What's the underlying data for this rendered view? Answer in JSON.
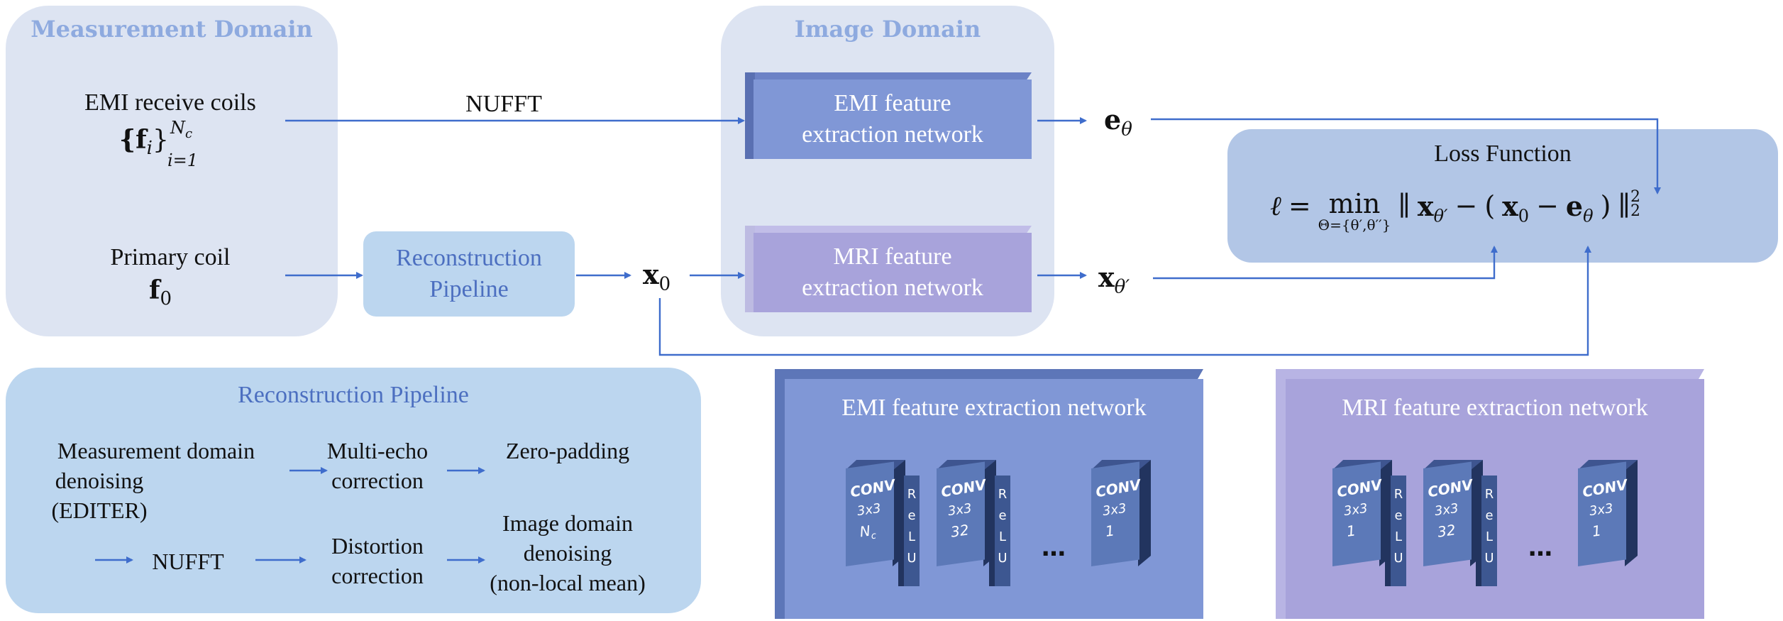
{
  "measurement_domain": {
    "title": "Measurement Domain",
    "emi_coils_label": "EMI receive coils",
    "emi_coils_symbol": "{f",
    "emi_coils_sub": "i",
    "emi_coils_close": "}",
    "emi_coils_sup": "N",
    "emi_coils_sup_sub": "c",
    "emi_coils_lower": "i=1",
    "primary_coil_label": "Primary coil",
    "primary_coil_symbol": "f",
    "primary_coil_sub": "0"
  },
  "image_domain": {
    "title": "Image Domain",
    "emi_network": "EMI feature extraction network",
    "emi_network_line1": "EMI feature",
    "emi_network_line2": "extraction network",
    "mri_network_line1": "MRI feature",
    "mri_network_line2": "extraction network"
  },
  "labels": {
    "nufft": "NUFFT",
    "recon_line1": "Reconstruction",
    "recon_line2": "Pipeline",
    "x0": "x",
    "x0_sub": "0",
    "e_theta": "e",
    "e_theta_sub": "θ",
    "x_theta_prime": "x",
    "x_theta_prime_sub": "θ′"
  },
  "loss": {
    "title": "Loss Function",
    "ell": "ℓ",
    "eq": "=",
    "min": "min",
    "min_sub": "Θ={θ′,θ′′}",
    "norm_open": "∥",
    "x": "x",
    "x_sub": "θ′",
    "minus1": "−",
    "paren_open": "(",
    "x0": "x",
    "x0_sub": "0",
    "minus2": "−",
    "e": "e",
    "e_sub": "θ",
    "paren_close": ")",
    "norm_close": "∥",
    "sup": "2",
    "sub": "2"
  },
  "recon_pipeline": {
    "title": "Reconstruction Pipeline",
    "steps": [
      "Measurement domain",
      "denoising",
      "(EDITER)",
      "Multi-echo",
      "correction",
      "Zero-padding",
      "NUFFT",
      "Distortion",
      "correction",
      "Image domain",
      "denoising",
      "(non-local mean)"
    ]
  },
  "emi_net_detail": {
    "title": "EMI feature extraction network",
    "layers": [
      {
        "conv": "CONV",
        "k": "3x3",
        "c": "N",
        "c_sub": "c"
      },
      {
        "conv": "CONV",
        "k": "3x3",
        "c": "32"
      },
      {
        "conv": "CONV",
        "k": "3x3",
        "c": "1"
      }
    ],
    "relu": "ReLU",
    "ellipsis": "…"
  },
  "mri_net_detail": {
    "title": "MRI feature extraction network",
    "layers": [
      {
        "conv": "CONV",
        "k": "3x3",
        "c": "1"
      },
      {
        "conv": "CONV",
        "k": "3x3",
        "c": "32"
      },
      {
        "conv": "CONV",
        "k": "3x3",
        "c": "1"
      }
    ],
    "relu": "ReLU",
    "ellipsis": "…"
  },
  "colors": {
    "panel_light": "#dde4f2",
    "recon_box": "#bcd6ef",
    "emi_box": "#8097d6",
    "mri_box": "#a8a3db",
    "loss_box": "#b2c6e6",
    "arrow": "#3f6dcc"
  }
}
